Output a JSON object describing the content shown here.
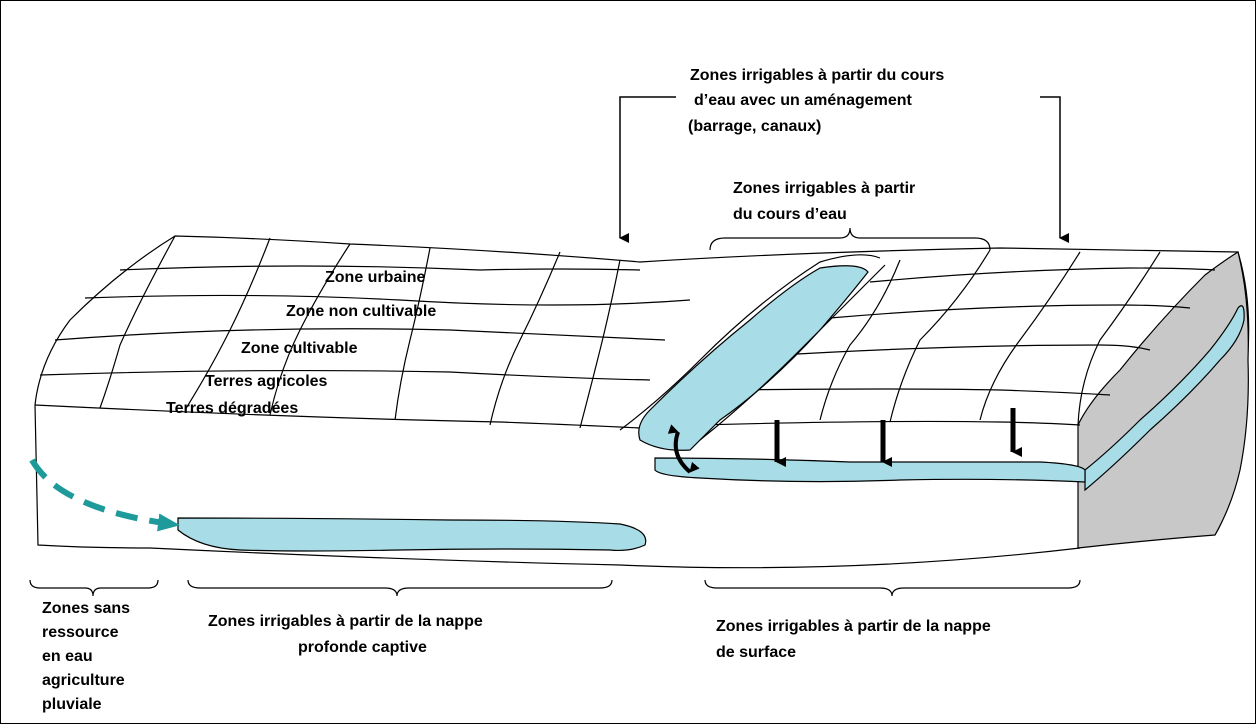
{
  "labels": {
    "top_left_1": "Zones irrigables à partir  du cours",
    "top_left_2": " d’eau avec un aménagement",
    "top_left_3": "(barrage, canaux)",
    "river_1": "Zones irrigables à partir",
    "river_2": "du cours d’eau",
    "zone_urbaine": "Zone urbaine",
    "zone_non_cultivable": "Zone non cultivable",
    "zone_cultivable": "Zone cultivable",
    "terres_agricoles": "Terres agricoles",
    "terres_degradees": "Terres dégradées",
    "sans_1": "Zones sans",
    "sans_2": "ressource",
    "sans_3": "en eau",
    "sans_4": "agriculture",
    "sans_5": "pluviale",
    "nappe_profonde_1": "Zones irrigables à partir de la nappe",
    "nappe_profonde_2": "profonde captive",
    "nappe_surface_1": "Zones irrigables à partir de la nappe",
    "nappe_surface_2": "de surface"
  },
  "colors": {
    "water": "#a8dce6",
    "rock": "#c8c8c8",
    "arrow_teal": "#1f9a9a"
  }
}
